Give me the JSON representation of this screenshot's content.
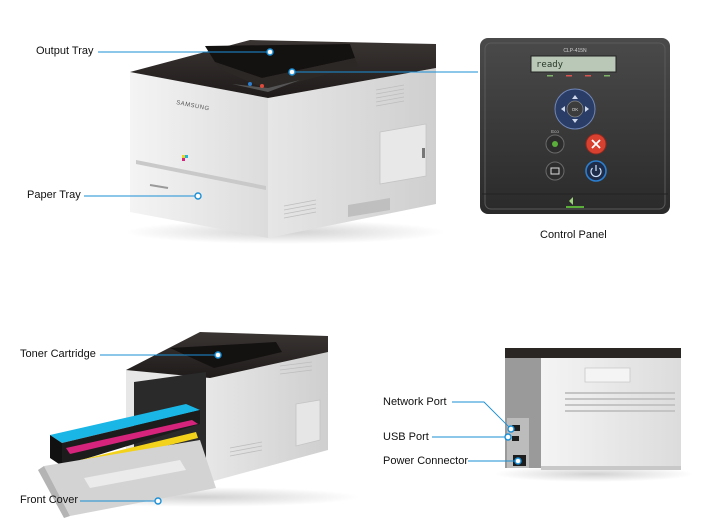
{
  "labels": {
    "output_tray": "Output Tray",
    "paper_tray": "Paper Tray",
    "control_panel": "Control Panel",
    "toner_cartridge": "Toner Cartridge",
    "front_cover": "Front Cover",
    "network_port": "Network Port",
    "usb_port": "USB Port",
    "power_connector": "Power Connector"
  },
  "control_panel": {
    "model": "CLP-415N",
    "display_text": "ready",
    "ok_label": "OK",
    "eco_label": "Eco"
  },
  "printer": {
    "brand": "SAMSUNG"
  },
  "colors": {
    "callout": "#1a8fd6",
    "panel_body": "#3a3a3a",
    "lcd": "#b9c8b7",
    "cancel_button": "#d8402f",
    "eco_button": "#5cae3a",
    "power_button": "#2b7fd0",
    "toner_cyan": "#19b6e6",
    "toner_magenta": "#d6247c",
    "toner_yellow": "#f2d21b",
    "toner_black": "#222222"
  }
}
